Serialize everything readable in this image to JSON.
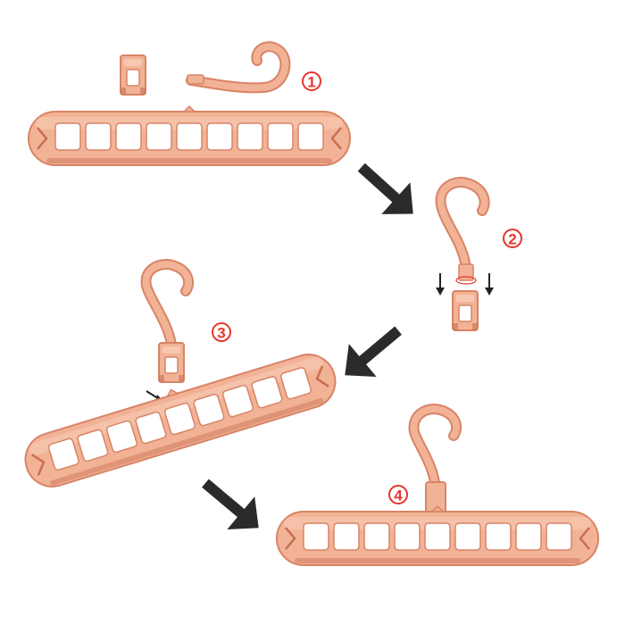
{
  "colors": {
    "hanger_fill": "#f2b296",
    "hanger_light": "#f8cdb8",
    "hanger_stroke": "#d88466",
    "hanger_shadow": "#c86f52",
    "hole_fill": "#ffffff",
    "step_circle": "#e8342a",
    "big_arrow": "#2b2b2b",
    "small_arrow": "#222222",
    "background": "#ffffff"
  },
  "steps": [
    {
      "number": "1"
    },
    {
      "number": "2"
    },
    {
      "number": "3"
    },
    {
      "number": "4"
    }
  ],
  "hanger_holes": 9,
  "icons": {
    "flow_arrow": "chevron-arrow",
    "press_arrow": "down-arrow"
  }
}
